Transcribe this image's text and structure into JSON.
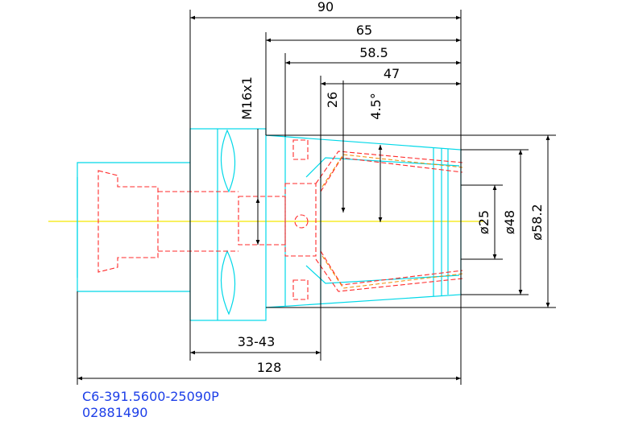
{
  "dimensions": {
    "d90": "90",
    "d65": "65",
    "d58_5": "58.5",
    "d47": "47",
    "d26": "26",
    "angle": "4.5°",
    "thread": "M16x1",
    "dia25": "ø25",
    "dia48": "ø48",
    "dia58_2": "ø58.2",
    "d33_43": "33-43",
    "d128": "128"
  },
  "part": {
    "code": "C6-391.5600-25090P",
    "number": "02881490"
  },
  "colors": {
    "outline": "#00e5ee",
    "hidden": "#ff2020",
    "centerline": "#ffff00",
    "dimension": "#000000",
    "label": "#1c3ee8"
  }
}
